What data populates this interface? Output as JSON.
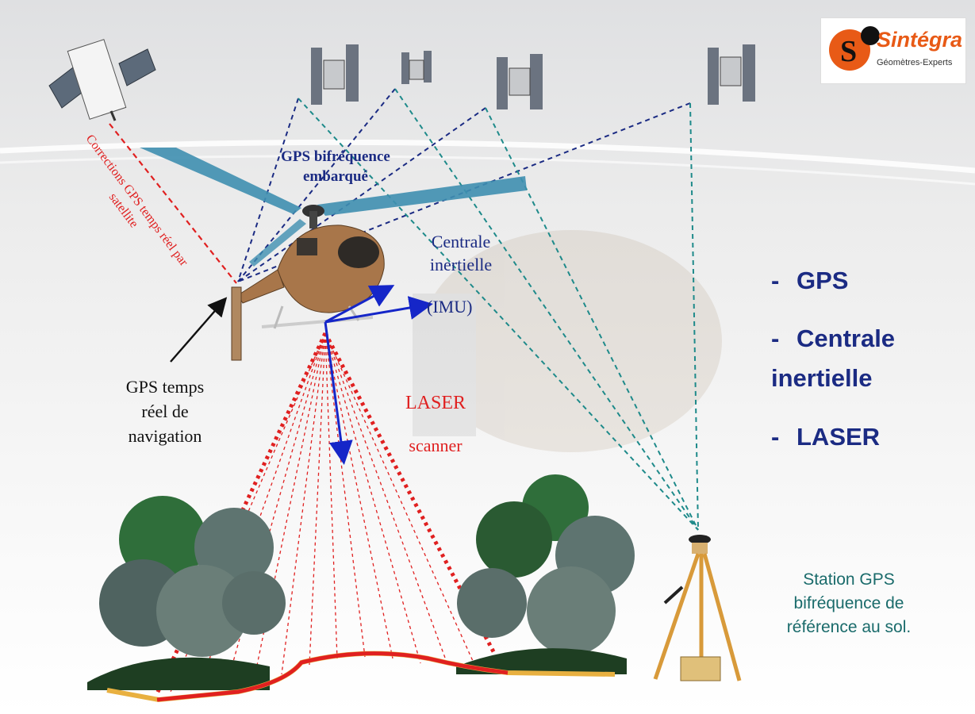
{
  "logo": {
    "wordmark": "Sintégra",
    "subtitle": "Géomètres-Experts",
    "colors": {
      "orange": "#e85a16",
      "dark": "#111111"
    }
  },
  "labels": {
    "corrections": "Corrections GPS temps réel par satellite",
    "gps_bifrequence": [
      "GPS bifréquence",
      "embarqué"
    ],
    "centrale": [
      "Centrale",
      "inertielle"
    ],
    "imu": "(IMU)",
    "gps_nav": [
      "GPS temps",
      "réel de",
      "navigation"
    ],
    "laser": [
      "LASER",
      "scanner"
    ],
    "station": [
      "Station GPS",
      "bifréquence de",
      "référence au sol."
    ]
  },
  "legend": {
    "dash": "-",
    "items": [
      {
        "text": "GPS"
      },
      {
        "text": "Centrale"
      },
      {
        "text": "inertielle"
      },
      {
        "text": "LASER"
      }
    ]
  },
  "colors": {
    "red": "#e02020",
    "navy": "#1b2b83",
    "teal": "#1e8a8a",
    "blue_arrow": "#1526c8",
    "station_text": "#1a6b6b"
  }
}
